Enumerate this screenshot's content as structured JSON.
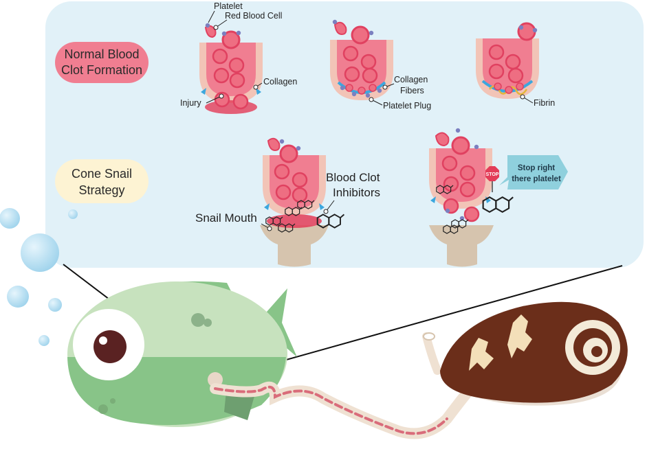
{
  "panel": {
    "title_normal_line1": "Normal Blood",
    "title_normal_line2": "Clot Formation",
    "title_snail_line1": "Cone Snail",
    "title_snail_line2": "Strategy"
  },
  "labels": {
    "platelet": "Platelet",
    "red_blood_cell": "Red Blood Cell",
    "collagen": "Collagen",
    "injury": "Injury",
    "collagen_fibers_line1": "Collagen",
    "collagen_fibers_line2": "Fibers",
    "platelet_plug": "Platelet Plug",
    "fibrin": "Fibrin",
    "snail_mouth": "Snail Mouth",
    "inhibitors_line1": "Blood Clot",
    "inhibitors_line2": "Inhibitors",
    "stop_sign": "STOP",
    "speech_line1": "Stop right",
    "speech_line2": "there platelet"
  },
  "colors": {
    "panel_bg": "#e1f1f8",
    "vessel_wall": "#f2c4b7",
    "blood": "#f07e91",
    "rbc_fill": "#ee6e82",
    "rbc_stroke": "#e04160",
    "platelet": "#7b7fc0",
    "collagen": "#3ba7de",
    "fibrin": "#e4b53a",
    "injury": "#e33c58",
    "normal_badge": "#f07e91",
    "snail_badge": "#fdf3d3",
    "fish_light": "#c7e2be",
    "fish_dark": "#88c488",
    "snail_shell": "#6b2e1a",
    "mouth_cup": "#d6c4ae",
    "speech_bubble": "#8fd0dd",
    "bubble": "#b7dff0"
  }
}
